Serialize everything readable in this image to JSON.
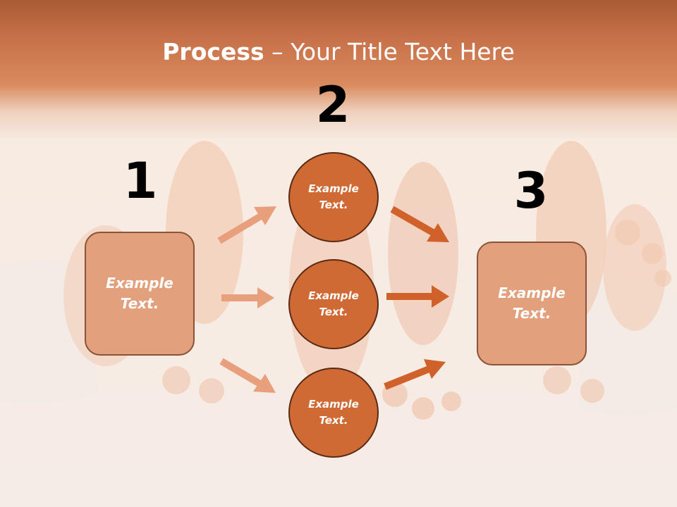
{
  "title": {
    "bold": "Process",
    "rest": " – Your Title Text Here"
  },
  "steps": {
    "one": {
      "number": "1",
      "text_line1": "Example",
      "text_line2": "Text."
    },
    "two": {
      "number": "2",
      "circles": [
        {
          "line1": "Example",
          "line2": "Text."
        },
        {
          "line1": "Example",
          "line2": "Text."
        },
        {
          "line1": "Example",
          "line2": "Text."
        }
      ]
    },
    "three": {
      "number": "3",
      "text_line1": "Example",
      "text_line2": "Text."
    }
  },
  "colors": {
    "box_fill": "#e3a07c",
    "circle_fill": "#d06a35",
    "arrow_light": "#e8a07c",
    "arrow_dark": "#d0612a",
    "title_band": "#c8714a"
  }
}
